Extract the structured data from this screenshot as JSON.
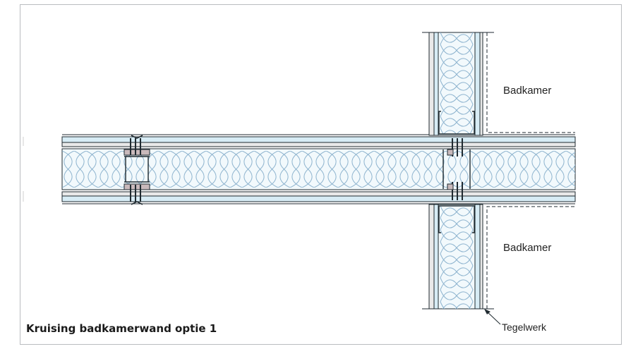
{
  "caption": "Kruising badkamerwand optie 1",
  "labels": {
    "room_top": "Badkamer",
    "room_bottom": "Badkamer",
    "tiles": "Tegelwerk"
  },
  "colors": {
    "frame": "#b9bcc0",
    "board": "#d7ecf5",
    "board_edge": "#1f2a30",
    "insulation_fill": "#f2f9fc",
    "insulation_line": "#8eb4cf",
    "stud_gap": "#e9e9e9",
    "pad": "#c9b9bb",
    "text": "#222222"
  }
}
